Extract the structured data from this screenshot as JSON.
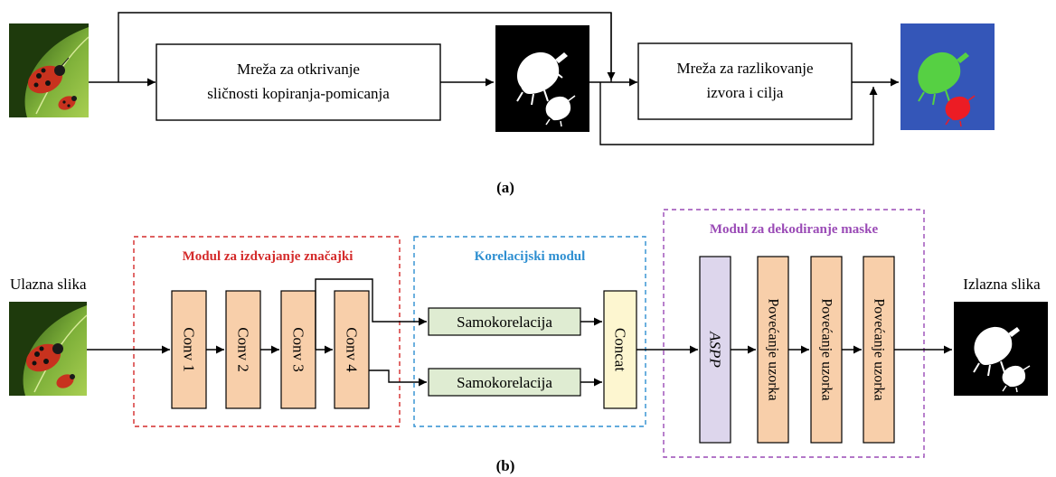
{
  "part_a": {
    "detection_network": [
      "Mreža za otkrivanje",
      "sličnosti kopiranja-pomicanja"
    ],
    "discrimination_network": [
      "Mreža za razlikovanje",
      "izvora i cilja"
    ],
    "caption": "(a)"
  },
  "part_b": {
    "input_label": "Ulazna slika",
    "output_label": "Izlazna slika",
    "feature_module": {
      "title": "Modul za izdvajanje značajki",
      "color": "#d42b2b",
      "blocks": [
        "Conv 1",
        "Conv 2",
        "Conv 3",
        "Conv 4"
      ]
    },
    "correlation_module": {
      "title": "Korelacijski modul",
      "color": "#2e8fd1",
      "blocks": [
        "Samokorelacija",
        "Samokorelacija"
      ],
      "concat": "Concat"
    },
    "decoder_module": {
      "title": "Modul za dekodiranje maske",
      "color": "#9a4ab6",
      "aspp": "ASPP",
      "upsample": [
        "Povećanje uzorka",
        "Povećanje uzorka",
        "Povećanje uzorka"
      ]
    },
    "caption": "(b)"
  },
  "colors": {
    "leaf_green": "#7fb13a",
    "beetle_red": "#c8321e",
    "output_blue": "#3456b8",
    "mask_green": "#56d043",
    "mask_red": "#ec1c24"
  }
}
